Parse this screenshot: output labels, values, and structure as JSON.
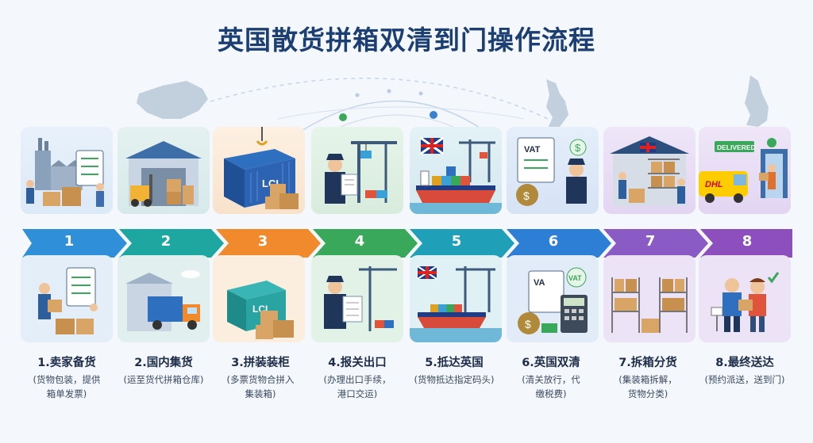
{
  "title": "英国散货拼箱双清到门操作流程",
  "steps": [
    {
      "num": "1",
      "title": "1.卖家备货",
      "desc_line1": "(货物包装，提供",
      "desc_line2": "箱单发票)",
      "color": "#2f8fd8"
    },
    {
      "num": "2",
      "title": "2.国内集货",
      "desc_line1": "(运至货代拼箱仓库)",
      "desc_line2": "",
      "color": "#1ea6a0"
    },
    {
      "num": "3",
      "title": "3.拼装装柜",
      "desc_line1": "(多票货物合拼入",
      "desc_line2": "集装箱)",
      "color": "#f08a2c"
    },
    {
      "num": "4",
      "title": "4.报关出口",
      "desc_line1": "(办理出口手续，",
      "desc_line2": "港口交运)",
      "color": "#3aa85a"
    },
    {
      "num": "5",
      "title": "5.抵达英国",
      "desc_line1": "(货物抵达指定码头)",
      "desc_line2": "",
      "color": "#1fa0b8"
    },
    {
      "num": "6",
      "title": "6.英国双清",
      "desc_line1": "(清关放行，代",
      "desc_line2": "缴税费)",
      "color": "#2d7fd6"
    },
    {
      "num": "7",
      "title": "7.拆箱分货",
      "desc_line1": "(集装箱拆解，",
      "desc_line2": "货物分类)",
      "color": "#8a5bc4"
    },
    {
      "num": "8",
      "title": "8.最终送达",
      "desc_line1": "(预约派送，送到门)",
      "desc_line2": "",
      "color": "#8c4fbd"
    }
  ],
  "scene_texts": {
    "lcl": "LCL",
    "vat": "VAT",
    "va": "VA",
    "delivered": "DELIVERED",
    "dhl": "DHL",
    "dollar": "$"
  }
}
